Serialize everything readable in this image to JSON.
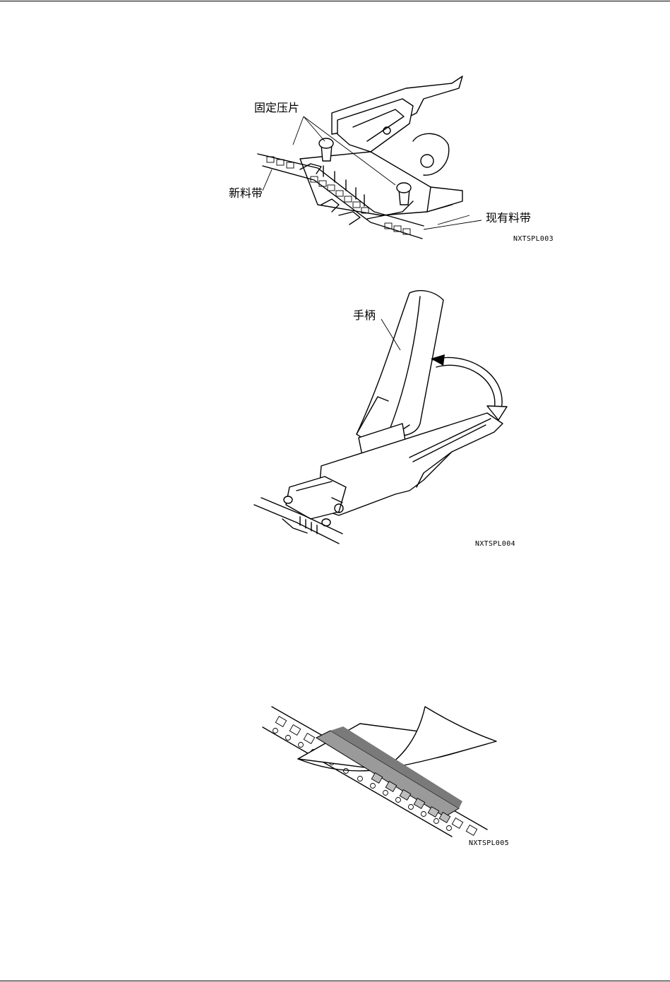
{
  "figures": [
    {
      "id": "fig1",
      "code": "NXTSPL003",
      "labels": {
        "clamp_plates": "固定压片",
        "new_tape": "新料带",
        "existing_tape": "现有料带"
      }
    },
    {
      "id": "fig2",
      "code": "NXTSPL004",
      "labels": {
        "handle": "手柄"
      }
    },
    {
      "id": "fig3",
      "code": "NXTSPL005"
    }
  ]
}
